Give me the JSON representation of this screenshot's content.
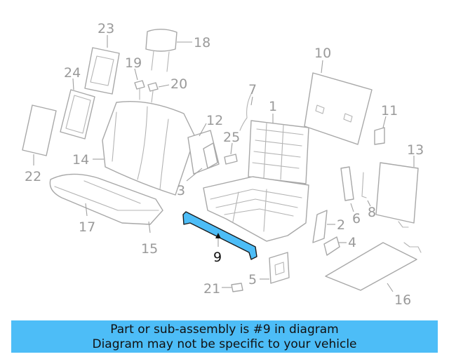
{
  "diagram": {
    "highlight_color": "#4dbdf7",
    "callouts": {
      "c1": "1",
      "c2": "2",
      "c3": "3",
      "c4": "4",
      "c5": "5",
      "c6": "6",
      "c7": "7",
      "c8": "8",
      "c9": "9",
      "c10": "10",
      "c11": "11",
      "c12": "12",
      "c13": "13",
      "c14": "14",
      "c15": "15",
      "c16": "16",
      "c17": "17",
      "c18": "18",
      "c19": "19",
      "c20": "20",
      "c21": "21",
      "c22": "22",
      "c23": "23",
      "c24": "24",
      "c25": "25"
    }
  },
  "banner": {
    "line1": "Part or sub-assembly is #9 in diagram",
    "line2": "Diagram may not be specific to your vehicle",
    "background": "#4dbdf7"
  }
}
